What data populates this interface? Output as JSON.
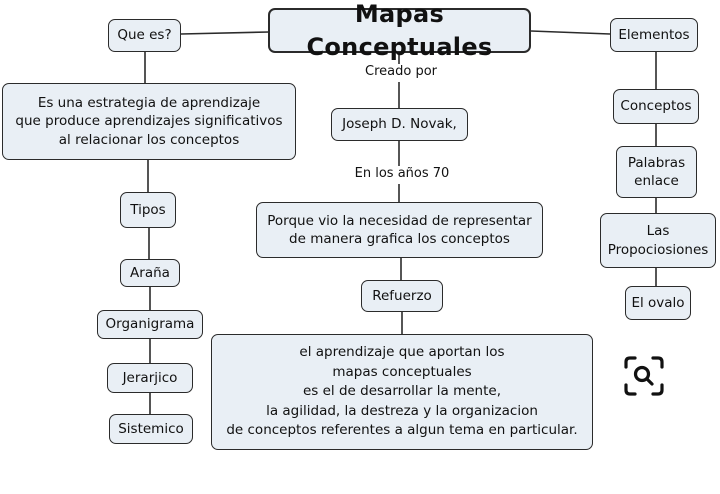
{
  "title": "Mapas Conceptuales",
  "left": {
    "question": "Que es?",
    "definition": "Es una estrategia de aprendizaje\nque produce aprendizajes significativos\nal relacionar los conceptos",
    "types_label": "Tipos",
    "types": [
      "Araña",
      "Organigrama",
      "Jerarjico",
      "Sistemico"
    ]
  },
  "center": {
    "created_by_label": "Creado por",
    "author": "Joseph D. Novak,",
    "years_label": "En los años 70",
    "reason": "Porque vio la necesidad de representar\nde manera grafica los conceptos",
    "reinforcement_label": "Refuerzo",
    "conclusion": "el aprendizaje que aportan los\nmapas conceptuales\nes el de desarrollar la mente,\nla agilidad, la destreza y la organizacion\nde conceptos referentes a algun tema en particular."
  },
  "right": {
    "elements_label": "Elementos",
    "elements": [
      "Conceptos",
      "Palabras\nenlace",
      "Las\nPropociosiones",
      "El ovalo"
    ]
  },
  "icons": {
    "zoom": "search-zoom-icon"
  },
  "colors": {
    "node_fill": "#e9eff5",
    "node_border": "#2b2b2b",
    "line": "#2b2b2b"
  }
}
